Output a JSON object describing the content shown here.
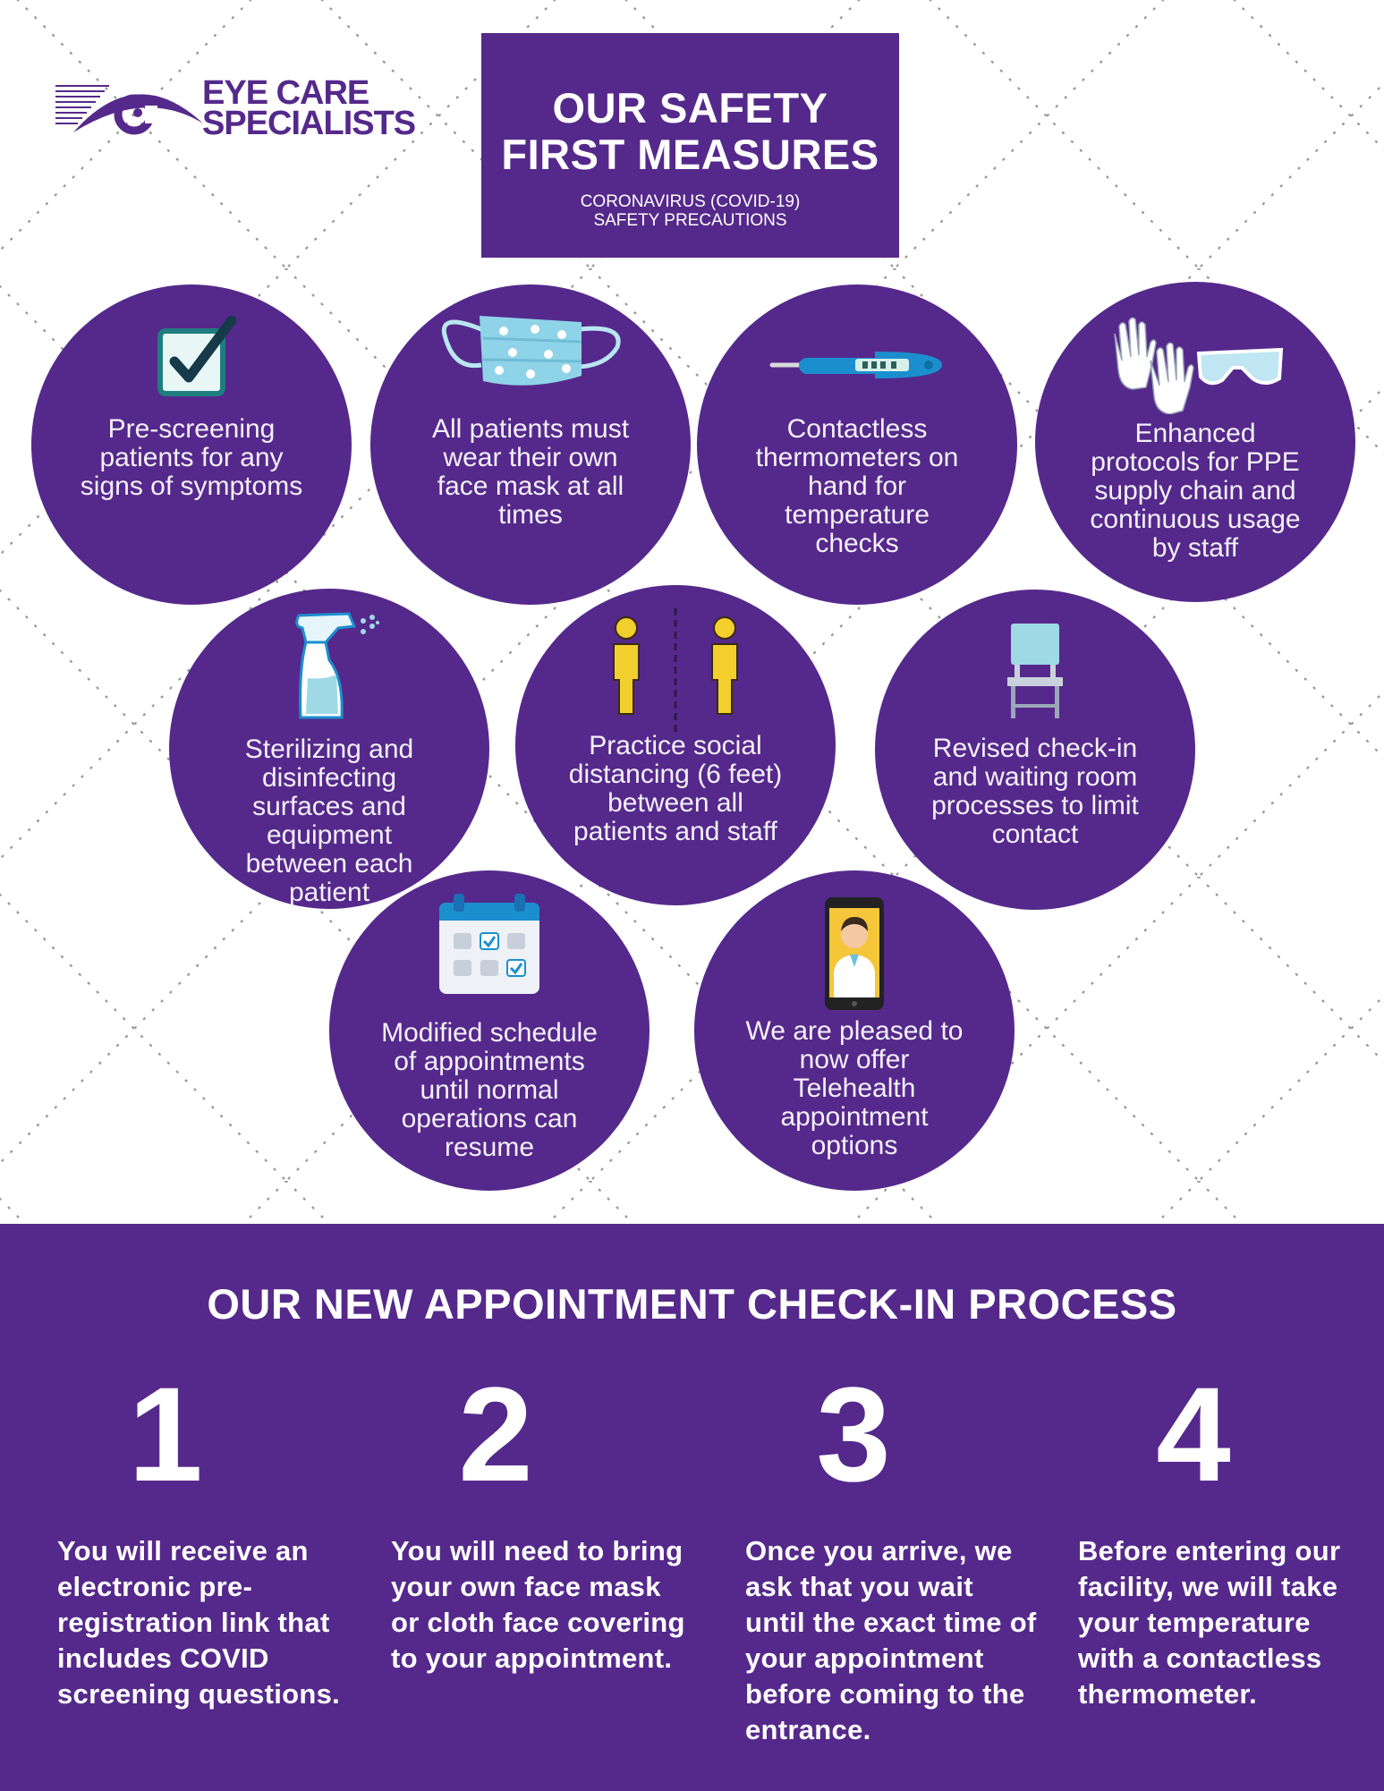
{
  "logo": {
    "line1": "EYE CARE",
    "line2": "SPECIALISTS"
  },
  "header": {
    "title": "OUR SAFETY\nFIRST MEASURES",
    "subtitle": "CORONAVIRUS (COVID-19)\nSAFETY PRECAUTIONS"
  },
  "measures": [
    {
      "text": "Pre-screening patients for any signs of symptoms",
      "icon": "checkbox-icon"
    },
    {
      "text": "All patients must wear their own face mask at all times",
      "icon": "face-mask-icon"
    },
    {
      "text": "Contactless thermometers on hand for temperature checks",
      "icon": "thermometer-icon"
    },
    {
      "text": "Enhanced protocols for PPE supply chain and continuous usage by staff",
      "icon": "gloves-goggles-icon"
    },
    {
      "text": "Sterilizing and disinfecting surfaces and equipment between each patient",
      "icon": "spray-bottle-icon"
    },
    {
      "text": "Practice social distancing  (6 feet) between all patients and staff",
      "icon": "social-distancing-icon"
    },
    {
      "text": "Revised check-in and waiting room processes to limit contact",
      "icon": "chair-icon"
    },
    {
      "text": "Modified schedule of appointments until normal operations can resume",
      "icon": "calendar-icon"
    },
    {
      "text": "We are pleased to now offer Telehealth appointment options",
      "icon": "phone-doctor-icon"
    }
  ],
  "process": {
    "title": "OUR NEW APPOINTMENT CHECK-IN PROCESS",
    "steps": [
      {
        "number": "1",
        "text": "You will receive an electronic pre-registration link that includes COVID screening questions."
      },
      {
        "number": "2",
        "text": "You will need to bring your own face mask or cloth face covering to your appointment."
      },
      {
        "number": "3",
        "text": "Once you arrive, we ask that you wait until the exact time of your appointment before coming to the entrance."
      },
      {
        "number": "4",
        "text": "Before entering our facility, we will take your temperature with a contactless thermometer."
      }
    ]
  },
  "colors": {
    "purple": "#55298b",
    "white": "#ffffff",
    "icon_teal": "#1f7d7f",
    "icon_blue": "#9fd9e6"
  }
}
